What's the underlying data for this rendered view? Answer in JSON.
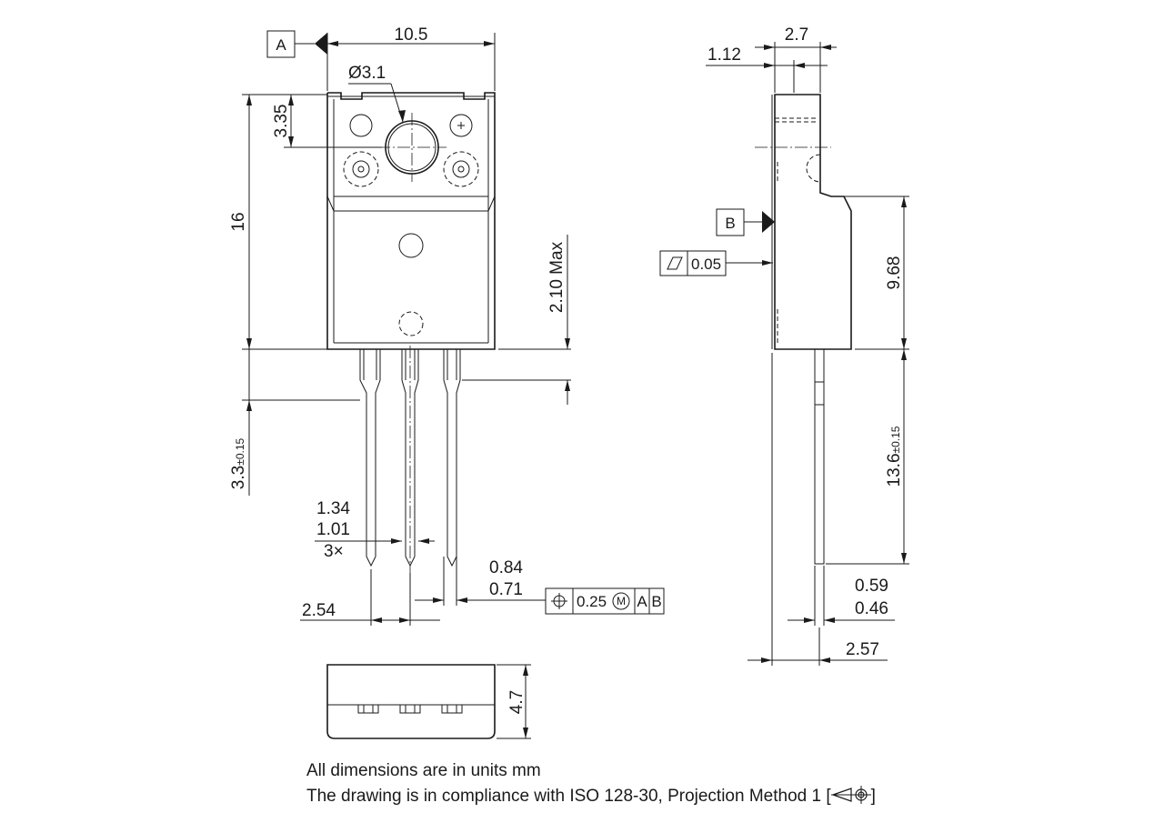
{
  "front_view": {
    "datum_a": "A",
    "width": "10.5",
    "hole_dia": "Ø3.1",
    "hole_offset": "3.35",
    "height": "16",
    "max_dim": "2.10 Max",
    "lead_stub_main": "3.3",
    "lead_stub_tol": "±0.15",
    "lead_width_max": "1.34",
    "lead_width_min": "1.01",
    "lead_count": "3×",
    "lead_thick_max": "0.84",
    "lead_thick_min": "0.71",
    "pitch": "2.54",
    "position_tol": {
      "symbol": "position-icon",
      "value": "0.25",
      "modifier": "M",
      "datum1": "A",
      "datum2": "B"
    }
  },
  "side_view": {
    "thickness": "2.7",
    "tab_thickness": "1.12",
    "datum_b": "B",
    "flatness": {
      "symbol": "flatness-icon",
      "value": "0.05"
    },
    "body_height": "9.68",
    "lead_length_main": "13.6",
    "lead_length_tol": "±0.15",
    "lead_thk_max": "0.59",
    "lead_thk_min": "0.46",
    "lead_offset": "2.57"
  },
  "bottom_view": {
    "depth": "4.7"
  },
  "notes": {
    "line1": "All dimensions are in units mm",
    "line2": "The drawing is in compliance with ISO 128-30, Projection Method 1 [",
    "line2_end": "]",
    "projection_symbol": "first-angle-projection-icon"
  }
}
